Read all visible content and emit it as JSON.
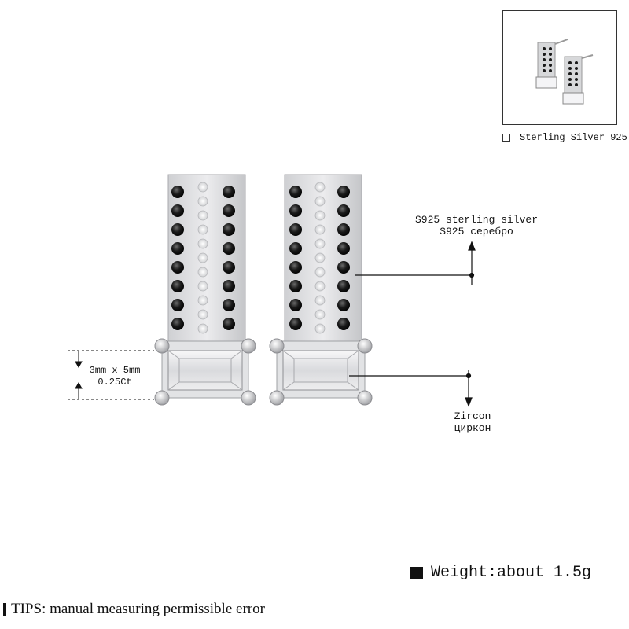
{
  "thumbnail": {
    "legend_label": "Sterling Silver 925"
  },
  "callouts": {
    "metal": {
      "line1": "S925 sterling silver",
      "line2": "S925 серебро"
    },
    "stone": {
      "line1": "Zircon",
      "line2": "циркон"
    },
    "size": {
      "line1": "3mm x 5mm",
      "line2": "0.25Ct"
    }
  },
  "weight": {
    "label": "Weight:about 1.5g"
  },
  "tips": {
    "label": "TIPS: manual measuring permissible error"
  },
  "colors": {
    "silver": "#d9dadc",
    "black_stone": "#1a1a1a",
    "clear_stone": "#f4f4f6",
    "line": "#111111"
  }
}
